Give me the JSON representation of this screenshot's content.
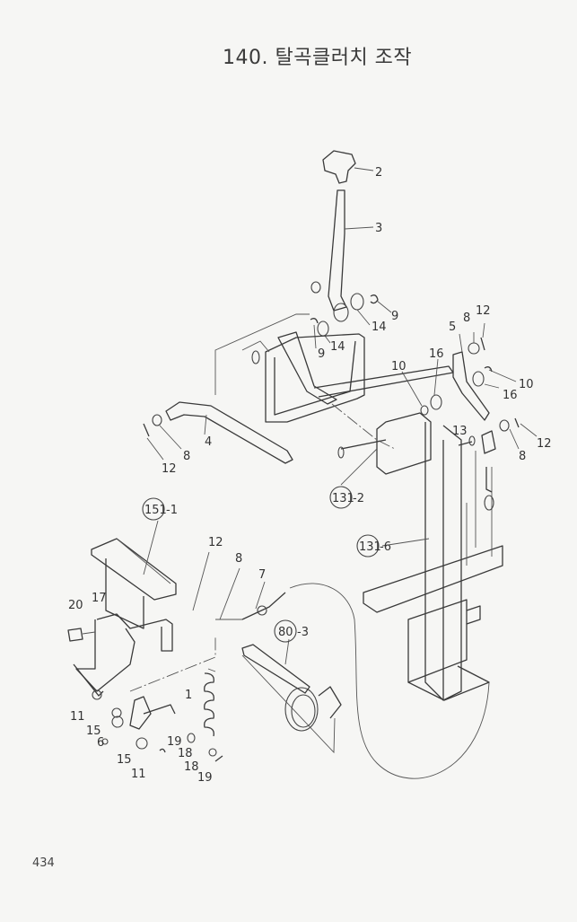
{
  "title": "140. 탈곡클러치 조작",
  "page_number": "434",
  "callouts": {
    "p2": "2",
    "p3": "3",
    "p9a": "9",
    "p14a": "14",
    "p9b": "9",
    "p14b": "14",
    "p5": "5",
    "p8a": "8",
    "p12a": "12",
    "p16a": "16",
    "p10a": "10",
    "p10b": "10",
    "p16b": "16",
    "p13": "13",
    "p12b": "12",
    "p8b": "8",
    "p4": "4",
    "p8c": "8",
    "p12c": "12",
    "a131_2": "131",
    "s131_2": "-2",
    "a131_6": "131",
    "s131_6": "-6",
    "a151_1": "151",
    "s151_1": "-1",
    "a80_3": "80",
    "s80_3": "-3",
    "p12d": "12",
    "p8d": "8",
    "p7": "7",
    "p20": "20",
    "p17": "17",
    "p11a": "11",
    "p15a": "15",
    "p6": "6",
    "p15b": "15",
    "p11b": "11",
    "p1": "1",
    "p19a": "19",
    "p18a": "18",
    "p18b": "18",
    "p19b": "19"
  }
}
